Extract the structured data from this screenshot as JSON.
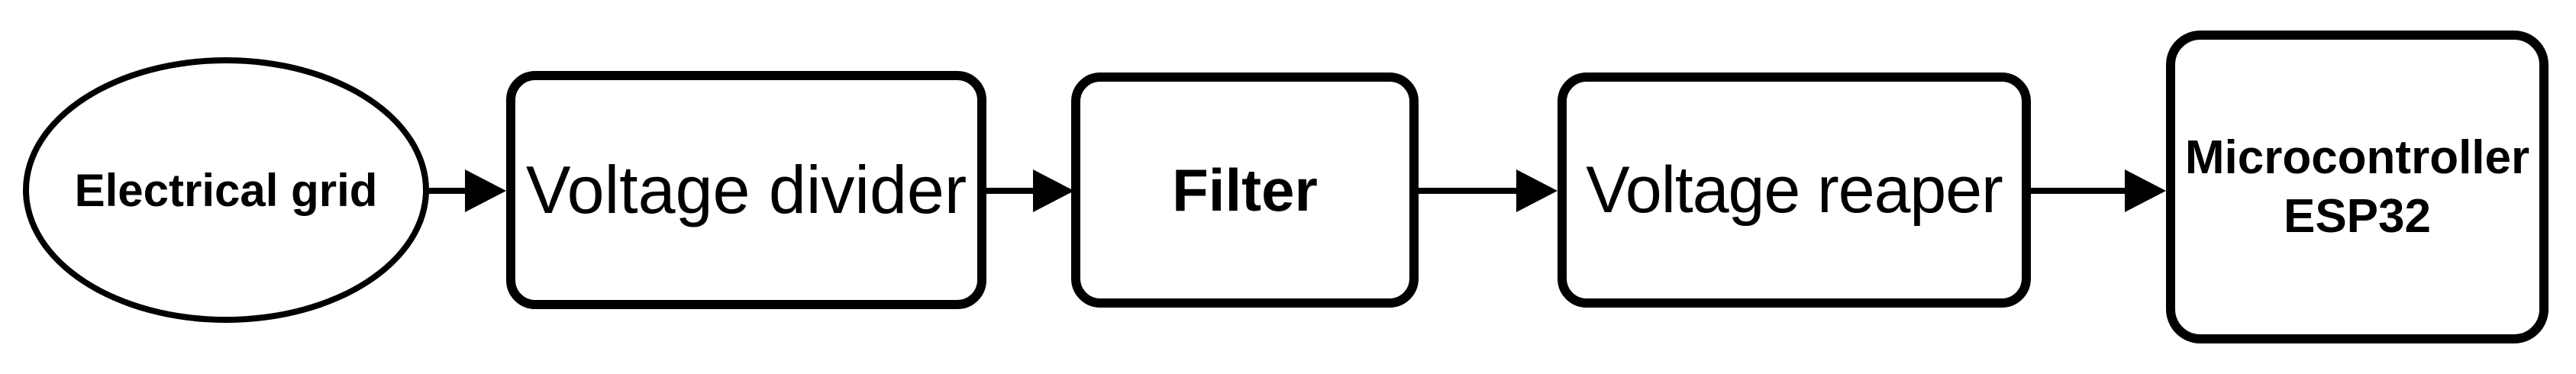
{
  "diagram": {
    "background_color": "#ffffff",
    "stroke_color": "#000000",
    "nodes": [
      {
        "id": "electrical-grid",
        "shape": "ellipse",
        "label": "Electrical grid"
      },
      {
        "id": "voltage-divider",
        "shape": "rounded-rectangle",
        "label": "Voltage divider"
      },
      {
        "id": "filter",
        "shape": "rounded-rectangle",
        "label": "Filter"
      },
      {
        "id": "voltage-reaper",
        "shape": "rounded-rectangle",
        "label": "Voltage reaper"
      },
      {
        "id": "microcontroller-esp32",
        "shape": "rounded-rectangle",
        "label": "Microcontroller\nESP32"
      }
    ],
    "connectors": [
      {
        "from": "electrical-grid",
        "to": "voltage-divider",
        "type": "arrow-right"
      },
      {
        "from": "voltage-divider",
        "to": "filter",
        "type": "arrow-right"
      },
      {
        "from": "filter",
        "to": "voltage-reaper",
        "type": "arrow-right"
      },
      {
        "from": "voltage-reaper",
        "to": "microcontroller-esp32",
        "type": "arrow-right"
      }
    ]
  }
}
